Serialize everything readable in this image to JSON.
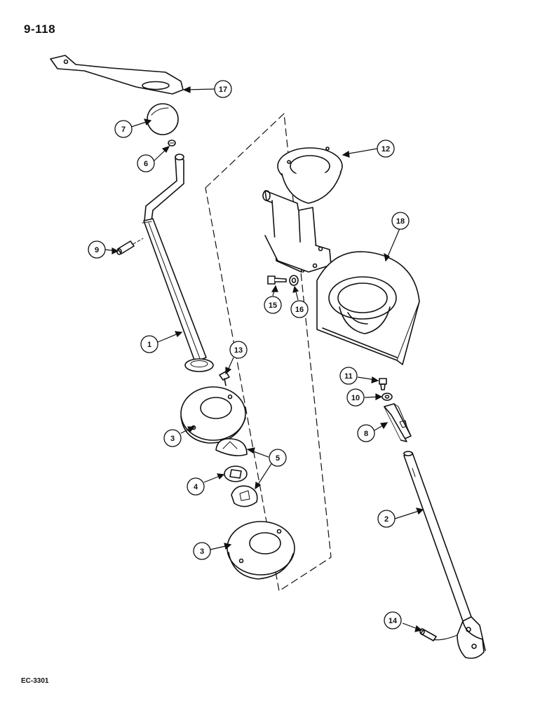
{
  "page": {
    "page_number": "9-118",
    "figure_code": "EC-3301"
  },
  "callouts": [
    {
      "id": "c17",
      "label": "17"
    },
    {
      "id": "c7",
      "label": "7"
    },
    {
      "id": "c6",
      "label": "6"
    },
    {
      "id": "c12",
      "label": "12"
    },
    {
      "id": "c18",
      "label": "18"
    },
    {
      "id": "c9",
      "label": "9"
    },
    {
      "id": "c15",
      "label": "15"
    },
    {
      "id": "c16",
      "label": "16"
    },
    {
      "id": "c1",
      "label": "1"
    },
    {
      "id": "c13",
      "label": "13"
    },
    {
      "id": "c11",
      "label": "11"
    },
    {
      "id": "c10",
      "label": "10"
    },
    {
      "id": "c8",
      "label": "8"
    },
    {
      "id": "c3a",
      "label": "3"
    },
    {
      "id": "c5",
      "label": "5"
    },
    {
      "id": "c4",
      "label": "4"
    },
    {
      "id": "c2",
      "label": "2"
    },
    {
      "id": "c3b",
      "label": "3"
    },
    {
      "id": "c14",
      "label": "14"
    }
  ],
  "colors": {
    "ink": "#111111",
    "paper": "#ffffff",
    "shade": "#d9d9d9"
  }
}
